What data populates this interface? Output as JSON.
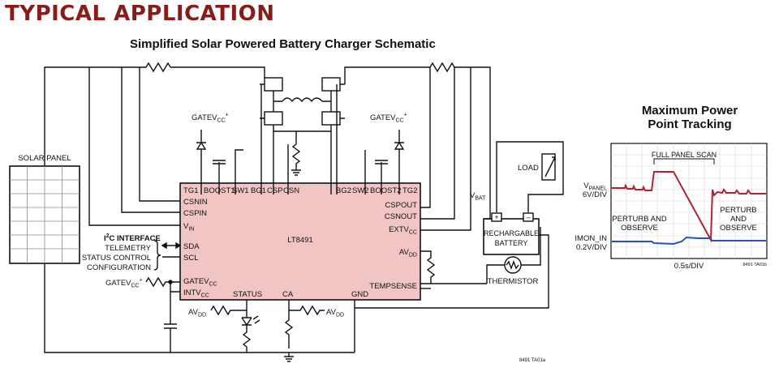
{
  "section_title": "TYPICAL APPLICATION",
  "schematic": {
    "title": "Simplified Solar Powered Battery Charger Schematic",
    "ic_name": "LT8491",
    "pins_top_left": [
      "TG1",
      "BOOST1",
      "SW1",
      "BG1",
      "CSP",
      "CSN"
    ],
    "pins_top_right": [
      "BG2",
      "SW2",
      "BOOST2",
      "TG2"
    ],
    "pins_left": [
      "CSNIN",
      "CSPIN",
      "V",
      "IN",
      "SDA",
      "SCL",
      "GATEV",
      "CC",
      "INTV",
      "CC"
    ],
    "pins_right": [
      "CSPOUT",
      "CSNOUT",
      "EXTV",
      "CC",
      "AV",
      "DD",
      "TEMPSENSE"
    ],
    "pins_bottom": [
      "STATUS",
      "CA",
      "GND"
    ],
    "solar_panel": "SOLAR PANEL",
    "i2c": {
      "pre": "I",
      "sup": "2",
      "post": "C INTERFACE",
      "lines": [
        "TELEMETRY",
        "STATUS CONTROL",
        "CONFIGURATION"
      ]
    },
    "gatevcc_label": {
      "main": "GATEV",
      "sub": "CC",
      "sup": "+"
    },
    "avdd_label": {
      "main": "AV",
      "sub": "DD"
    },
    "vbat_label": {
      "main": "V",
      "sub": "BAT"
    },
    "load": "LOAD",
    "battery": [
      "RECHARGABLE",
      "BATTERY"
    ],
    "thermistor": "THERMISTOR",
    "plus": "+",
    "minus": "–",
    "figure_code": "8491 TA01a"
  },
  "mppt": {
    "title": [
      "Maximum Power",
      "Point Tracking"
    ],
    "scan_label": "FULL PANEL SCAN",
    "vpanel": {
      "main": "V",
      "sub": "PANEL",
      "scale": "6V/DIV"
    },
    "imon": {
      "name": "IMON_IN",
      "scale": "0.2V/DIV"
    },
    "perturb_left": [
      "PERTURB AND",
      "OBSERVE"
    ],
    "perturb_right": [
      "PERTURB",
      "AND",
      "OBSERVE"
    ],
    "time_scale": "0.5s/DIV",
    "figure_code": "8491 TA01b",
    "colors": {
      "vpanel": "#b22233",
      "imon": "#2b4fc7"
    }
  }
}
